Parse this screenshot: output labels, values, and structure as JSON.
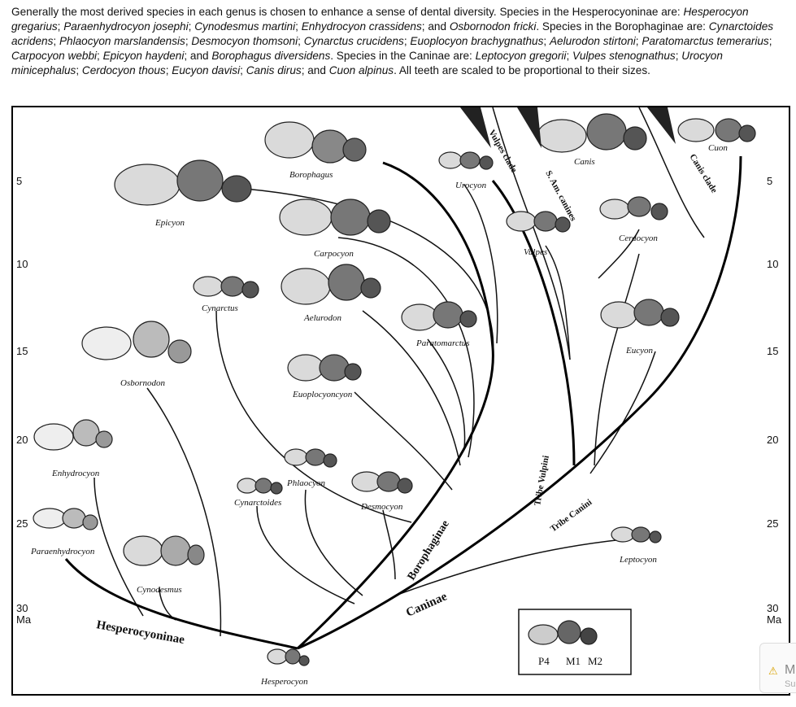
{
  "caption": {
    "segments": [
      {
        "t": "Generally the most derived species in each genus is chosen to enhance a sense of dental diversity. Species in the Hesperocyoninae are: "
      },
      {
        "t": "Hesperocyon gregarius",
        "i": true
      },
      {
        "t": "; "
      },
      {
        "t": "Paraenhydrocyon josephi",
        "i": true
      },
      {
        "t": "; "
      },
      {
        "t": "Cynodesmus martini",
        "i": true
      },
      {
        "t": "; "
      },
      {
        "t": "Enhydrocyon crassidens",
        "i": true
      },
      {
        "t": "; and "
      },
      {
        "t": "Osbornodon fricki",
        "i": true
      },
      {
        "t": ". Species in the Borophaginae are: "
      },
      {
        "t": "Cynarctoides acridens",
        "i": true
      },
      {
        "t": "; "
      },
      {
        "t": "Phlaocyon marslandensis",
        "i": true
      },
      {
        "t": "; "
      },
      {
        "t": "Desmocyon thomsoni",
        "i": true
      },
      {
        "t": "; "
      },
      {
        "t": "Cynarctus crucidens",
        "i": true
      },
      {
        "t": "; "
      },
      {
        "t": "Euoplocyon brachygnathus",
        "i": true
      },
      {
        "t": "; "
      },
      {
        "t": "Aelurodon stirtoni",
        "i": true
      },
      {
        "t": "; "
      },
      {
        "t": "Paratomarctus temerarius",
        "i": true
      },
      {
        "t": "; "
      },
      {
        "t": "Carpocyon webbi",
        "i": true
      },
      {
        "t": "; "
      },
      {
        "t": "Epicyon haydeni",
        "i": true
      },
      {
        "t": "; and "
      },
      {
        "t": "Borophagus diversidens",
        "i": true
      },
      {
        "t": ". Species in the Caninae are: "
      },
      {
        "t": "Leptocyon gregorii",
        "i": true
      },
      {
        "t": "; "
      },
      {
        "t": "Vulpes stenognathus",
        "i": true
      },
      {
        "t": "; "
      },
      {
        "t": "Urocyon minicephalus",
        "i": true
      },
      {
        "t": "; "
      },
      {
        "t": "Cerdocyon thous",
        "i": true
      },
      {
        "t": "; "
      },
      {
        "t": "Eucyon davisi",
        "i": true
      },
      {
        "t": "; "
      },
      {
        "t": "Canis dirus",
        "i": true
      },
      {
        "t": "; and "
      },
      {
        "t": "Cuon alpinus",
        "i": true
      },
      {
        "t": ". All teeth are scaled to be proportional to their sizes."
      }
    ]
  },
  "axis": {
    "ticks": [
      "5",
      "10",
      "15",
      "20",
      "25",
      "30"
    ],
    "unit": "Ma"
  },
  "taxa": {
    "borophagus": "Borophagus",
    "epicyon": "Epicyon",
    "carpocyon": "Carpocyon",
    "cynarctus": "Cynarctus",
    "aelurodon": "Aelurodon",
    "paratomarctus": "Paratomarctus",
    "osbornodon": "Osbornodon",
    "euoplocyon": "Euoplocyoncyon",
    "enhydrocyon": "Enhydrocyon",
    "phlaocyon": "Phlaocyon",
    "cynarctoides": "Cynarctoides",
    "desmocyon": "Desmocyon",
    "paraenhydrocyon": "Paraenhydrocyon",
    "cynodesmus": "Cynodesmus",
    "hesperocyon": "Hesperocyon",
    "urocyon": "Urocyon",
    "vulpes": "Vulpes",
    "canis": "Canis",
    "cuon": "Cuon",
    "cerdocyon": "Cerdocyon",
    "eucyon": "Eucyon",
    "leptocyon": "Leptocyon"
  },
  "clades": {
    "hesperocyoninae": "Hesperocyoninae",
    "borophaginae": "Borophaginae",
    "caninae": "Caninae",
    "tribe_vulpini": "Tribe Vulpini",
    "tribe_canini": "Tribe Canini",
    "vulpes_clade": "Vulpes clade",
    "sam_canines": "S. Am. canines",
    "canis_clade": "Canis clade"
  },
  "key": {
    "p4": "P4",
    "m1": "M1",
    "m2": "M2"
  },
  "widget": {
    "m": "M",
    "su": "Su"
  }
}
